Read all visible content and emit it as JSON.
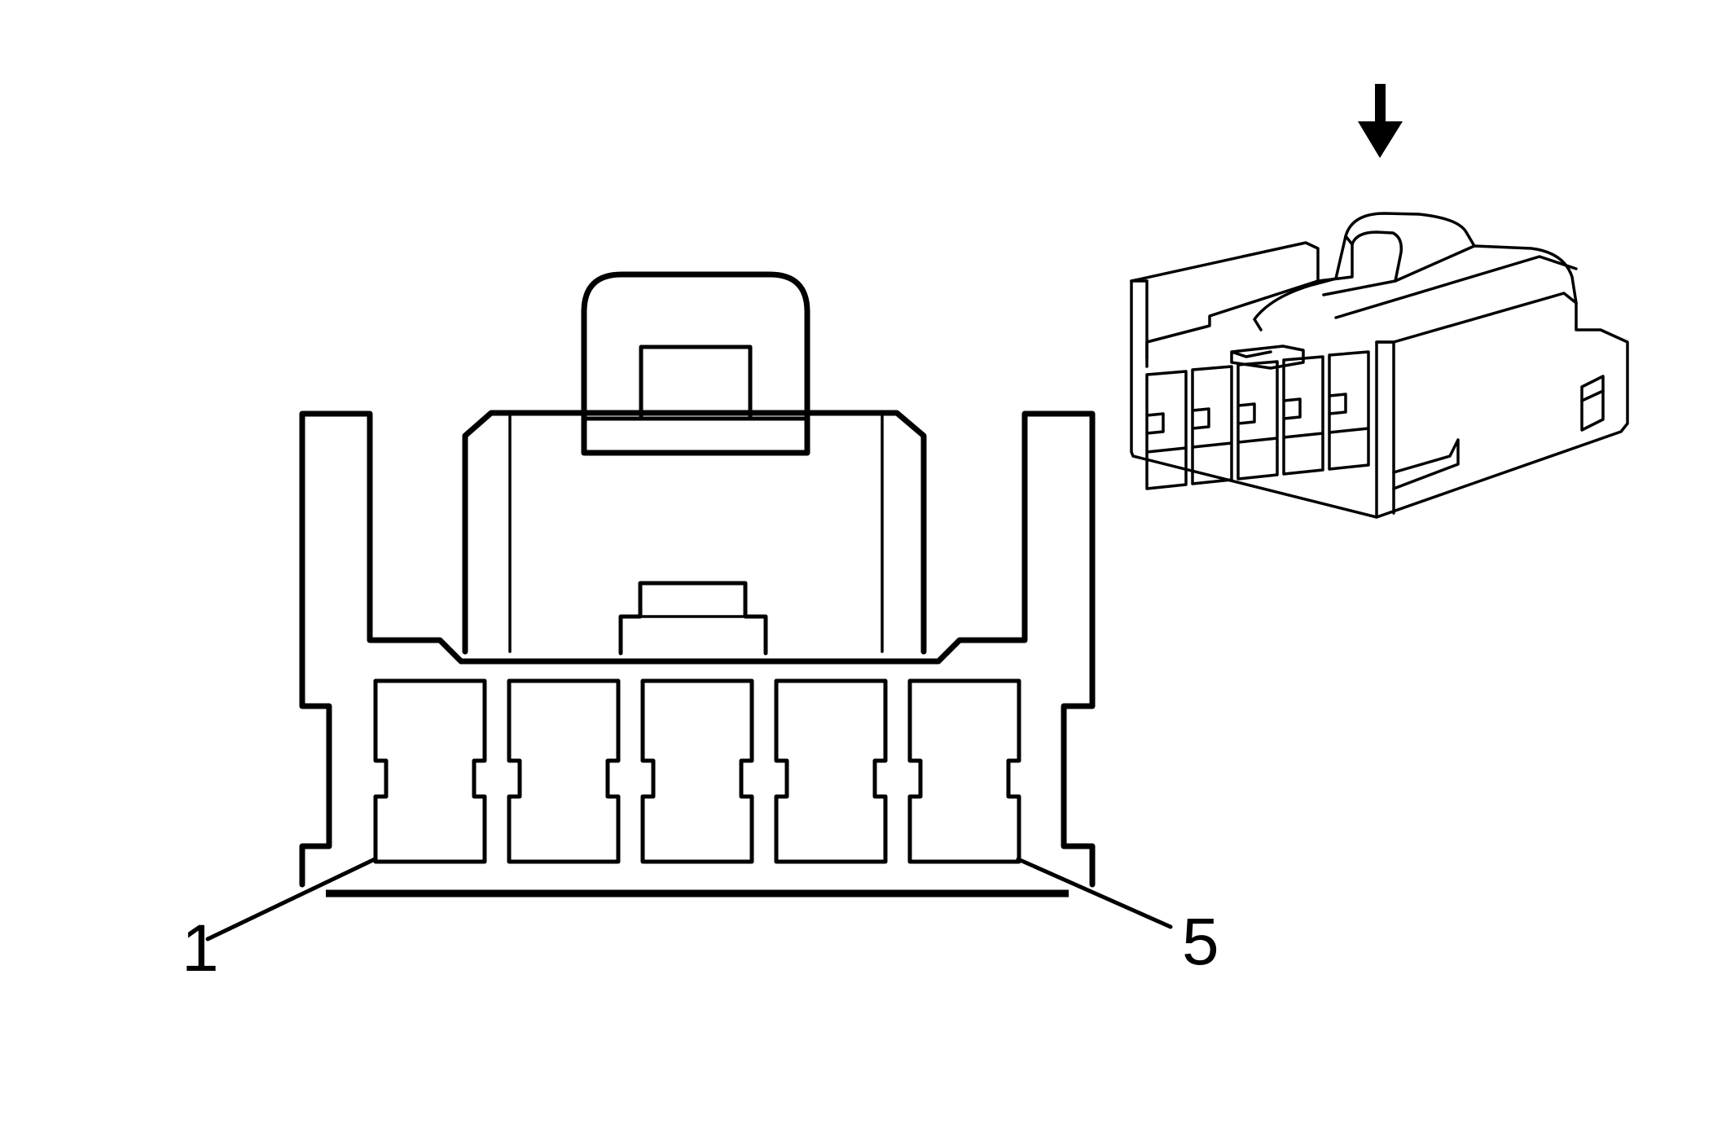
{
  "diagram": {
    "pin_labels": {
      "first": "1",
      "last": "5"
    },
    "pin_count": 5,
    "colors": {
      "line": "#000000",
      "background": "#ffffff"
    },
    "icons": [
      "down-arrow-icon"
    ]
  }
}
